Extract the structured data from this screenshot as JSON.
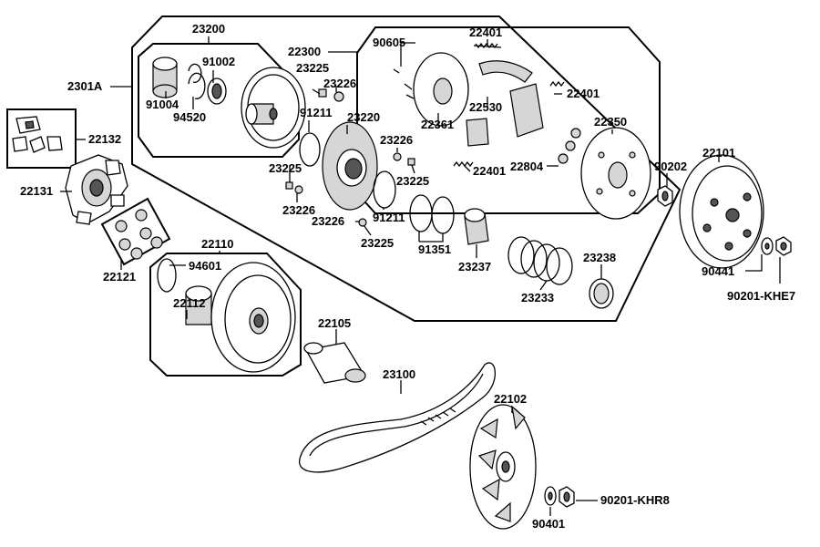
{
  "labels": {
    "l23200": "23200",
    "l91002": "91002",
    "l91004": "91004",
    "l94520": "94520",
    "l2301A": "2301A",
    "l22132": "22132",
    "l22131": "22131",
    "l22121": "22121",
    "l22110": "22110",
    "l94601": "94601",
    "l22112": "22112",
    "l22105": "22105",
    "l23100": "23100",
    "l22102": "22102",
    "l90401": "90401",
    "l90201KHR8": "90201-KHR8",
    "l22300": "22300",
    "l90605": "90605",
    "l22401a": "22401",
    "l22401b": "22401",
    "l22401c": "22401",
    "l23225a": "23225",
    "l23226a": "23226",
    "l91211a": "91211",
    "l23220": "23220",
    "l22361": "22361",
    "l22530": "22530",
    "l22350": "22350",
    "l23226b": "23226",
    "l23225b": "23225",
    "l23225c": "23225",
    "l23226c": "23226",
    "l23226d": "23226",
    "l91211b": "91211",
    "l23225d": "23225",
    "l91351": "91351",
    "l23237": "23237",
    "l22804": "22804",
    "l90202": "90202",
    "l22101": "22101",
    "l23238": "23238",
    "l23233": "23233",
    "l90441": "90441",
    "l90201KHE7": "90201-KHE7"
  }
}
